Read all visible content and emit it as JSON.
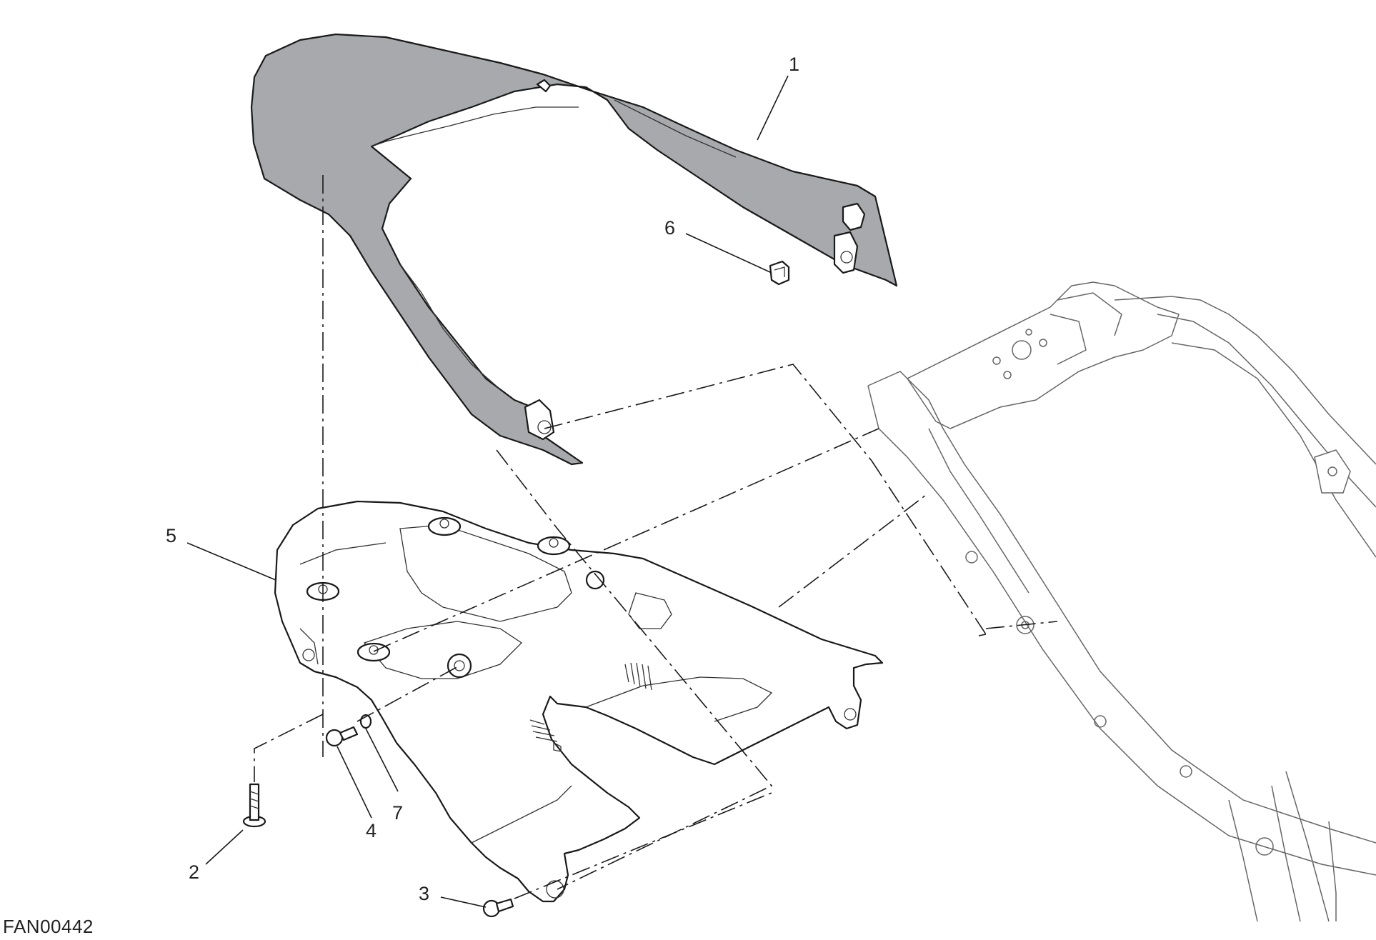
{
  "drawing": {
    "code": "FAN00442",
    "callouts": [
      {
        "num": "1",
        "part": "tail-cover"
      },
      {
        "num": "2",
        "part": "screw"
      },
      {
        "num": "3",
        "part": "screw"
      },
      {
        "num": "4",
        "part": "screw"
      },
      {
        "num": "5",
        "part": "seat-base-fairing"
      },
      {
        "num": "6",
        "part": "clip-nut"
      },
      {
        "num": "7",
        "part": "washer"
      }
    ]
  },
  "colors": {
    "cover_fill": "#a7a9ac",
    "line": "#1a1a1a",
    "frame_line": "#666666",
    "background": "#ffffff"
  }
}
